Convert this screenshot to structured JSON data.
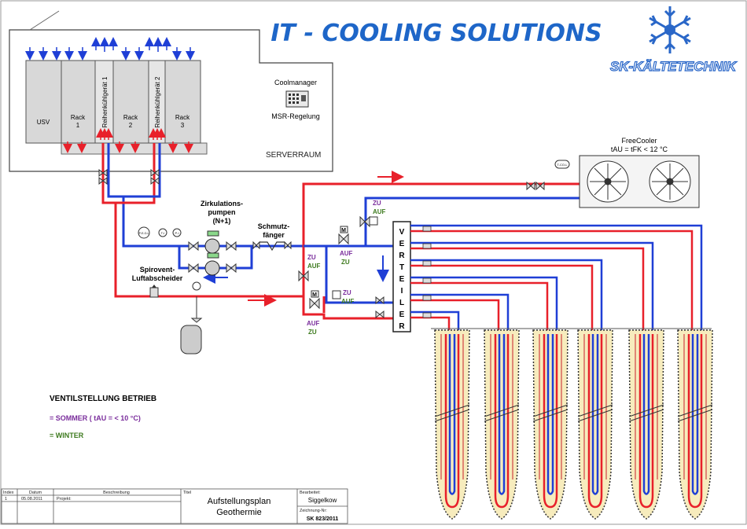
{
  "header": {
    "title": "IT - COOLING SOLUTIONS",
    "brand": "SK-KÄLTETECHNIK",
    "brand_color": "#2a67c8",
    "title_color": "#1e66c8"
  },
  "serverroom": {
    "label": "SERVERRAUM",
    "units": [
      "USV",
      "Rack - 1",
      "Reihenkühlgerät 1",
      "Rack 2",
      "Reihenkühlgerät 2",
      "Rack 3"
    ],
    "coolmanager_label": "Coolmanager",
    "msr_label": "MSR-Regelung"
  },
  "freecooler": {
    "label": "FreeCooler",
    "condition": "tAU = tFK < 12 °C",
    "gauge": "T-CO-L"
  },
  "components": {
    "pumps_label_1": "Zirkulations-",
    "pumps_label_2": "pumpen",
    "pumps_label_3": "(N+1)",
    "filter_label_1": "Schmutz-",
    "filter_label_2": "fänger",
    "spirovent_1": "Spirovent-",
    "spirovent_2": "Luftabscheider",
    "gauge_1": "P-E-O-L",
    "gauge_2": "T-I",
    "gauge_3": "P-I"
  },
  "valves": {
    "zu": "ZU",
    "auf": "AUF",
    "m": "M"
  },
  "verteiler": {
    "letters": [
      "V",
      "E",
      "R",
      "T",
      "E",
      "I",
      "L",
      "E",
      "R"
    ]
  },
  "legend": {
    "title": "VENTILSTELLUNG BETRIEB",
    "summer": "= SOMMER ( tAU = < 10 °C)",
    "winter": "= WINTER",
    "summer_color": "#7a2d9c",
    "winter_color": "#3d7a1e"
  },
  "titleblock": {
    "col_index": "Index",
    "col_datum": "Datum",
    "col_beschreibung": "Beschreibung",
    "row_index": "1",
    "row_datum": "05.08.2011",
    "row_projekt": "Projekt:",
    "titel_label": "Titel",
    "titel_line1": "Aufstellungsplan",
    "titel_line2": "Geothermie",
    "bearbeitet_label": "Bearbeitet:",
    "bearbeitet": "Siggelkow",
    "zeichnung_label": "Zeichnung-Nr:",
    "zeichnung": "SK 823/2011"
  },
  "colors": {
    "supply": "#e8202a",
    "return": "#1f3fd6",
    "probe_fill": "#f7ecbd"
  }
}
